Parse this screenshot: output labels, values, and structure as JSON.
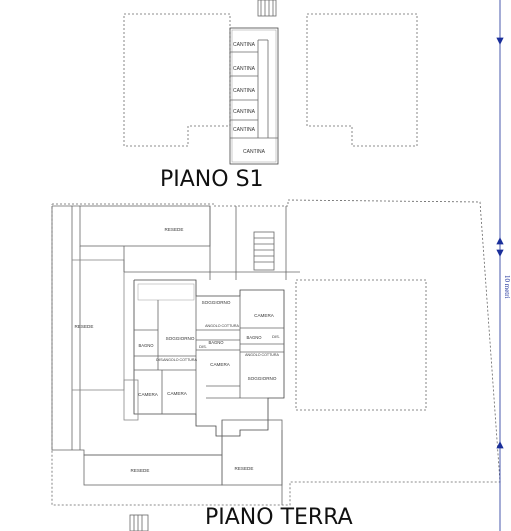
{
  "floors": {
    "basement": {
      "title": "PIANO S1",
      "cellar_labels": [
        "CANTINA",
        "CANTINA",
        "CANTINA",
        "CANTINA",
        "CANTINA",
        "CANTINA"
      ]
    },
    "ground": {
      "title": "PIANO TERRA",
      "room_labels": {
        "resede_top": "RESEDE",
        "resede_left": "RESEDE",
        "resede_bottom": "RESEDE",
        "resede_bottom_right": "RESEDE",
        "soggiorno_upper": "SOGGIORNO",
        "soggiorno_left": "SOGGIORNO",
        "soggiorno_right": "SOGGIORNO",
        "camera_upper_right": "CAMERA",
        "camera_center": "CAMERA",
        "camera_bottom_left": "CAMERA",
        "camera_bottom_mid": "CAMERA",
        "bagno_left": "BAGNO",
        "bagno_center": "BAGNO",
        "bagno_right": "BAGNO",
        "angolo_cottura_left": "ANGOLO COTTURA",
        "angolo_cottura_center": "ANGOLO COTTURA",
        "angolo_cottura_right": "ANGOLO COTTURA",
        "dis_left": "DIS.",
        "dis_center": "DIS.",
        "dis_right": "DIS."
      }
    }
  },
  "scale": {
    "label": "10 metri"
  },
  "colors": {
    "line": "#555555",
    "dashed": "#7a7a7a",
    "scale": "#1a2f9a"
  }
}
